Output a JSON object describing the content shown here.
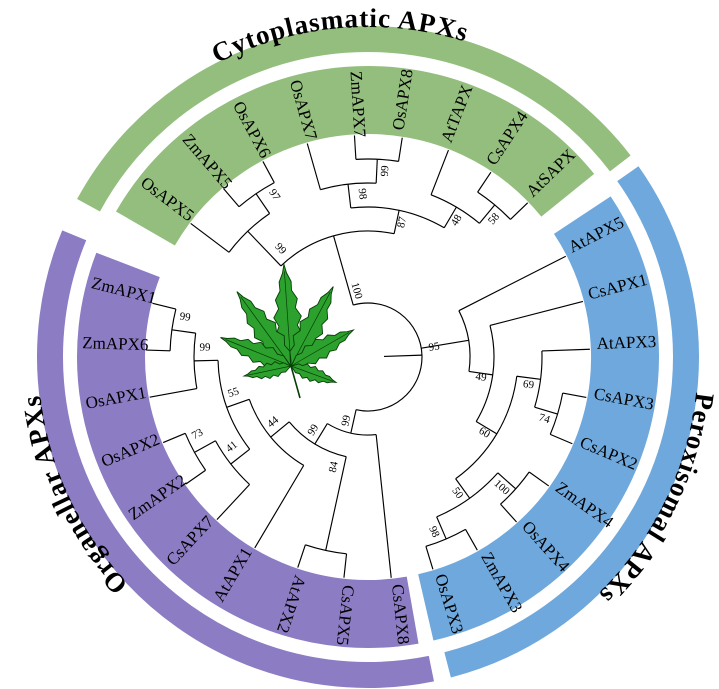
{
  "figure": {
    "kind": "circular phylogenetic tree of APX proteins",
    "background": "#FFFFFF",
    "line_color": "#000000",
    "center_icon": "cannabis-leaf"
  },
  "groups": [
    {
      "id": "cytoplasmatic",
      "name": "Cytoplasmatic APXs",
      "color": "#93BE7D",
      "taxa": [
        "OsAPX5",
        "ZmAPX5",
        "OsAPX6",
        "OsAPX7",
        "ZmAPX7",
        "OsAPX8",
        "AtTAPX",
        "CsAPX4",
        "AtSAPX"
      ]
    },
    {
      "id": "peroxisomal",
      "name": "Peroxisomal APXs",
      "color": "#6FA8DC",
      "taxa": [
        "AtAPX5",
        "CsAPX1",
        "AtAPX3",
        "CsAPX3",
        "CsAPX2",
        "ZmAPX4",
        "OsAPX4",
        "ZmAPX3",
        "OsAPX3"
      ]
    },
    {
      "id": "organellar",
      "name": "Organellar APXs",
      "color": "#8C7CC4",
      "taxa": [
        "ZmAPX1",
        "ZmAPX6",
        "OsAPX1",
        "OsAPX2",
        "ZmAPX2",
        "CsAPX7",
        "AtAPX1",
        "AtAPX2",
        "CsAPX5",
        "CsAPX8"
      ]
    }
  ],
  "chart_data": {
    "type": "circular-cladogram",
    "title": "",
    "newick": "(((OsAPX5,(ZmAPX5,OsAPX6)97)99,((OsAPX7,(ZmAPX7,OsAPX8)99)98,(AtTAPX,(CsAPX4,AtSAPX)58)48)87)100,(AtAPX5,(CsAPX1,((AtAPX3,(CsAPX3,CsAPX2)74)69,((ZmAPX4,OsAPX4)100,(ZmAPX3,OsAPX3)98)50)60)49)95,((((((ZmAPX1,ZmAPX6)99,OsAPX1)99,((OsAPX2,ZmAPX2)73,CsAPX7)41)55,AtAPX1)44,(AtAPX2,CsAPX5)84)99,CsAPX8)99);",
    "bootstrap_values": [
      100,
      99,
      97,
      87,
      98,
      99,
      48,
      58,
      95,
      49,
      60,
      69,
      74,
      50,
      100,
      98,
      99,
      99,
      44,
      55,
      99,
      99,
      73,
      41,
      84
    ]
  },
  "tree": {
    "root_children": [
      {
        "group": 0,
        "support": 100,
        "children": [
          {
            "support": 99,
            "children": [
              {
                "leaf": "OsAPX5"
              },
              {
                "support": 97,
                "children": [
                  {
                    "leaf": "ZmAPX5"
                  },
                  {
                    "leaf": "OsAPX6"
                  }
                ]
              }
            ]
          },
          {
            "support": 87,
            "children": [
              {
                "support": 98,
                "children": [
                  {
                    "leaf": "OsAPX7"
                  },
                  {
                    "support": 99,
                    "children": [
                      {
                        "leaf": "ZmAPX7"
                      },
                      {
                        "leaf": "OsAPX8"
                      }
                    ]
                  }
                ]
              },
              {
                "support": 48,
                "children": [
                  {
                    "leaf": "AtTAPX"
                  },
                  {
                    "support": 58,
                    "children": [
                      {
                        "leaf": "CsAPX4"
                      },
                      {
                        "leaf": "AtSAPX"
                      }
                    ]
                  }
                ]
              }
            ]
          }
        ]
      },
      {
        "group": 1,
        "support": 95,
        "children": [
          {
            "leaf": "AtAPX5"
          },
          {
            "support": 49,
            "children": [
              {
                "leaf": "CsAPX1"
              },
              {
                "support": 60,
                "children": [
                  {
                    "support": 69,
                    "children": [
                      {
                        "leaf": "AtAPX3"
                      },
                      {
                        "support": 74,
                        "children": [
                          {
                            "leaf": "CsAPX3"
                          },
                          {
                            "leaf": "CsAPX2"
                          }
                        ]
                      }
                    ]
                  },
                  {
                    "support": 50,
                    "children": [
                      {
                        "support": 100,
                        "children": [
                          {
                            "leaf": "ZmAPX4"
                          },
                          {
                            "leaf": "OsAPX4"
                          }
                        ]
                      },
                      {
                        "support": 98,
                        "children": [
                          {
                            "leaf": "ZmAPX3"
                          },
                          {
                            "leaf": "OsAPX3"
                          }
                        ]
                      }
                    ]
                  }
                ]
              }
            ]
          }
        ]
      },
      {
        "group": 2,
        "support": 99,
        "children": [
          {
            "support": 99,
            "children": [
              {
                "support": 44,
                "children": [
                  {
                    "support": 55,
                    "children": [
                      {
                        "support": 99,
                        "children": [
                          {
                            "support": 99,
                            "children": [
                              {
                                "leaf": "ZmAPX1"
                              },
                              {
                                "leaf": "ZmAPX6"
                              }
                            ]
                          },
                          {
                            "leaf": "OsAPX1"
                          }
                        ]
                      },
                      {
                        "support": 41,
                        "children": [
                          {
                            "support": 73,
                            "children": [
                              {
                                "leaf": "OsAPX2"
                              },
                              {
                                "leaf": "ZmAPX2"
                              }
                            ]
                          },
                          {
                            "leaf": "CsAPX7"
                          }
                        ]
                      }
                    ]
                  },
                  {
                    "leaf": "AtAPX1"
                  }
                ]
              },
              {
                "support": 84,
                "children": [
                  {
                    "leaf": "AtAPX2"
                  },
                  {
                    "leaf": "CsAPX5"
                  }
                ]
              }
            ]
          },
          {
            "leaf": "CsAPX8"
          }
        ]
      }
    ]
  }
}
